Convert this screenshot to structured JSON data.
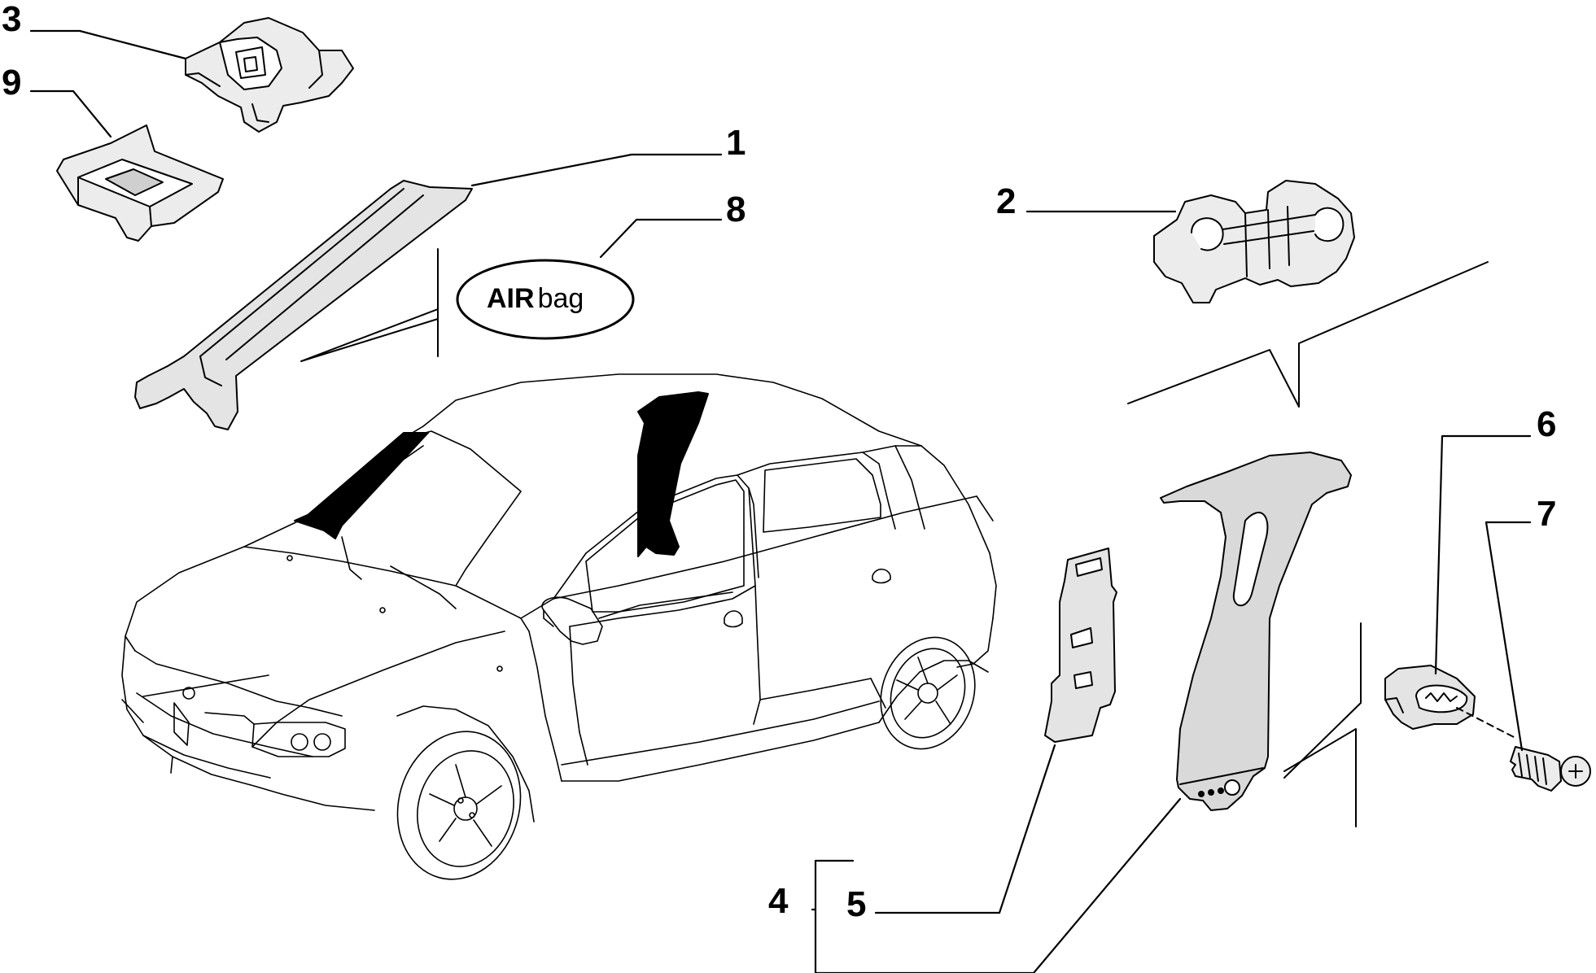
{
  "diagram": {
    "callouts": {
      "c1": "1",
      "c2": "2",
      "c3": "3",
      "c4": "4",
      "c5": "5",
      "c6": "6",
      "c7": "7",
      "c8": "8",
      "c9": "9"
    },
    "airbag_label": {
      "strong": "AIR",
      "rest": "bag"
    },
    "colors": {
      "line": "#000000",
      "part_fill": "#d9d9d9",
      "highlight": "#000000",
      "background": "#ffffff"
    }
  }
}
